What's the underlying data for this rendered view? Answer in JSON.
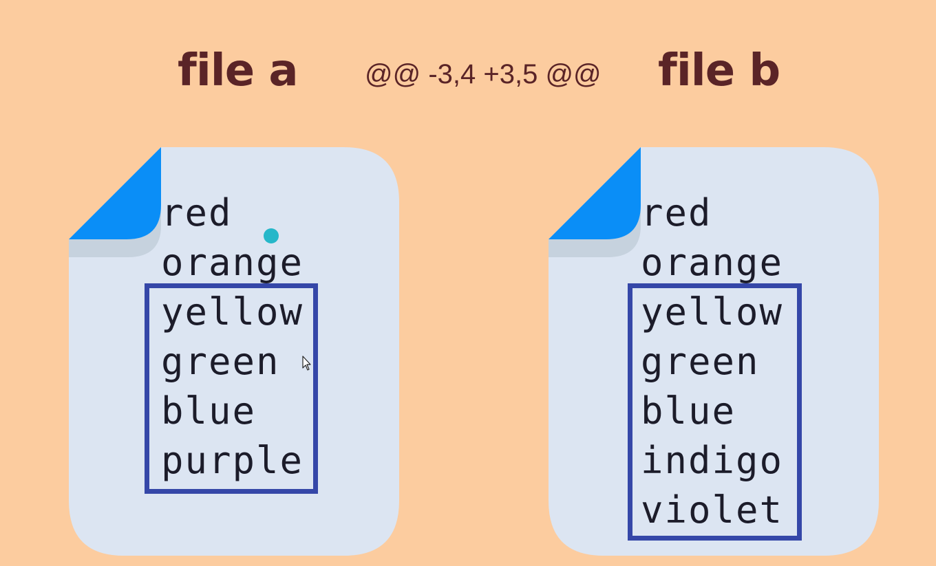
{
  "header": {
    "file_a_title": "file a",
    "hunk_header": "@@ -3,4 +3,5 @@",
    "file_b_title": "file b"
  },
  "file_a": {
    "lines": [
      "red",
      "orange",
      "yellow",
      "green",
      "blue",
      "purple"
    ]
  },
  "file_b": {
    "lines": [
      "red",
      "orange",
      "yellow",
      "green",
      "blue",
      "indigo",
      "violet"
    ]
  },
  "colors": {
    "background": "#FCCC9F",
    "title": "#5A2427",
    "document": "#DCE5F2",
    "fold": "#0A8EF7",
    "hunk_box": "#3547A8",
    "cursor": "#26B7C9"
  }
}
